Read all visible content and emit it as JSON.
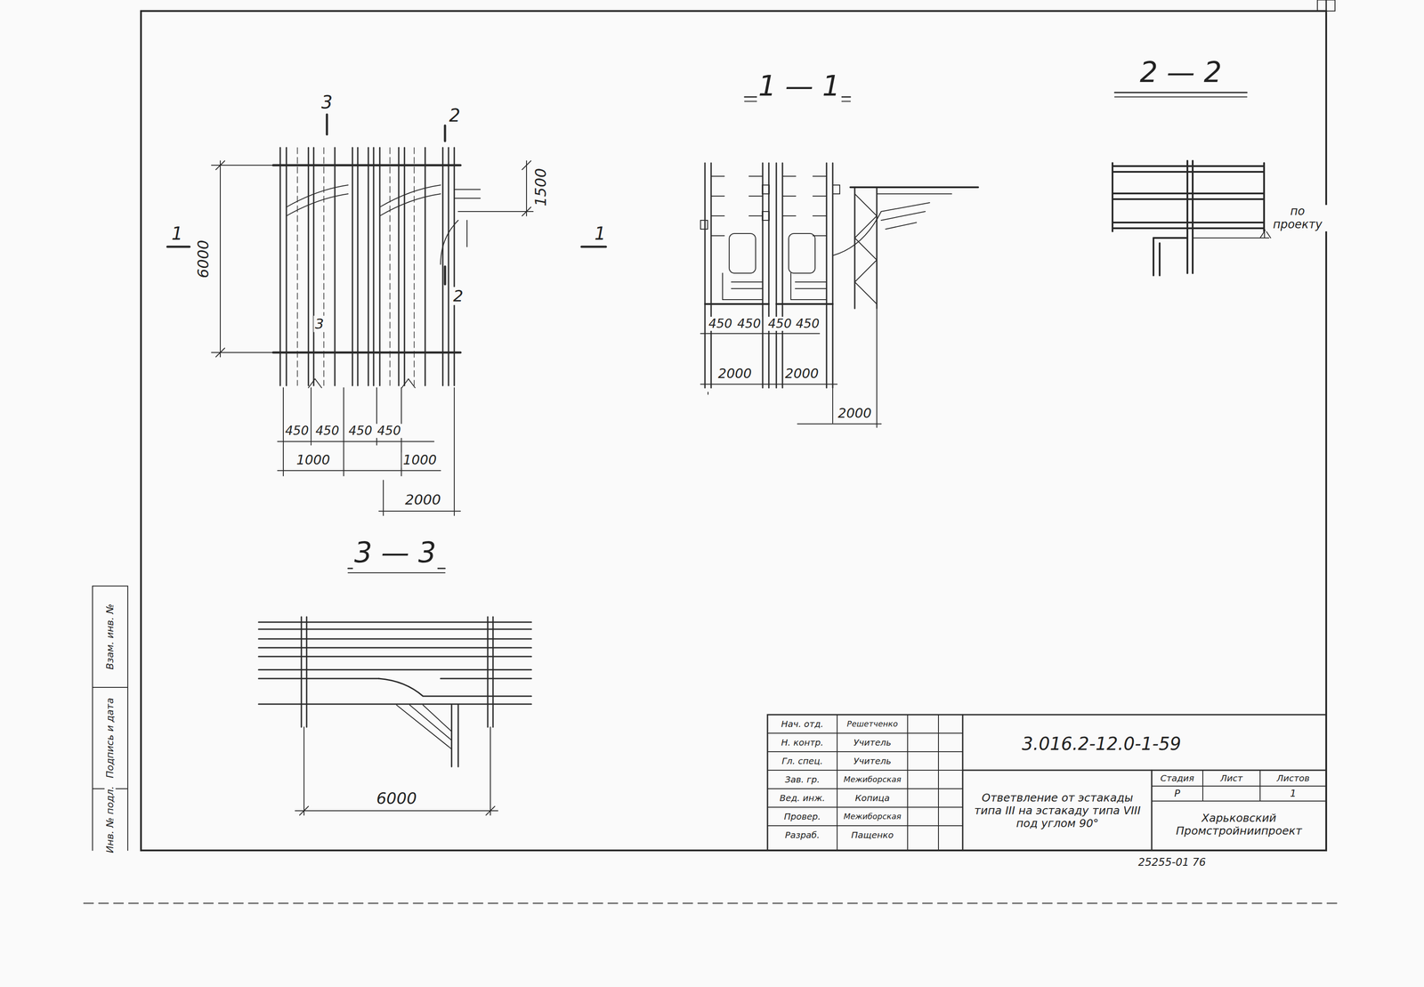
{
  "diagram": {
    "labels": [
      "1 — 1",
      "2 — 2",
      "3 — 3",
      "3",
      "2",
      "1",
      "1",
      "6000",
      "1500",
      "2",
      "3",
      "450",
      "450",
      "450",
      "450",
      "1000",
      "1000",
      "2000",
      "450",
      "450",
      "450",
      "450",
      "2000",
      "2000",
      "2000",
      "по проекту",
      "6000",
      "Нач. отд.",
      "Решетченко",
      "Н. контр.",
      "Учитель",
      "Гл. спец.",
      "Учитель",
      "Зав. гр.",
      "Межиборская",
      "Вед. инж.",
      "Копица",
      "Провер.",
      "Межиборская",
      "Разраб.",
      "Пащенко",
      "3.016.2-12.0-1-59",
      "Ответвление от эстакады типа III на эстакаду типа VIII под углом 90°",
      "Стадия",
      "Лист",
      "Листов",
      "Р",
      "1",
      "Харьковский Промстройниипроект",
      "25255-01 76",
      "Инв. № подл.",
      "Подпись и дата",
      "Взам. инв. №"
    ]
  }
}
